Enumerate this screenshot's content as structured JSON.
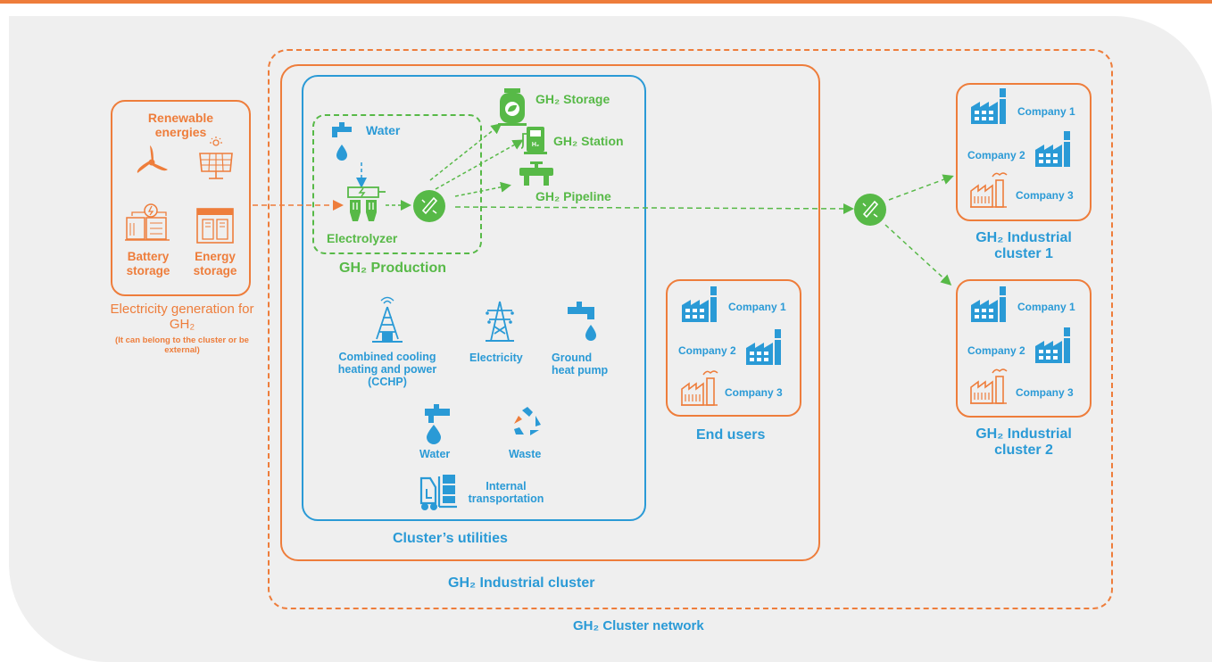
{
  "renewable": {
    "title": "Renewable energies",
    "battery": "Battery storage",
    "energy_storage": "Energy storage",
    "electricity_gen": "Electricity generation for GH₂",
    "note": "(It can belong to the cluster or be external)"
  },
  "production": {
    "water": "Water",
    "electrolyzer": "Electrolyzer",
    "label": "GH₂ Production",
    "storage": "GH₂ Storage",
    "station": "GH₂ Station",
    "pipeline": "GH₂ Pipeline",
    "h2_symbol": "H₂"
  },
  "utilities": {
    "cchp": "Combined cooling heating and power (CCHP)",
    "electricity": "Electricity",
    "ground_heat": "Ground heat pump",
    "water": "Water",
    "waste": "Waste",
    "transport": "Internal transportation",
    "label": "Cluster’s utilities"
  },
  "end_users": {
    "company1": "Company 1",
    "company2": "Company 2",
    "company3": "Company 3",
    "label": "End users"
  },
  "cluster_label": "GH₂ Industrial cluster",
  "network_label": "GH₂ Cluster network",
  "cluster1": {
    "company1": "Company 1",
    "company2": "Company 2",
    "company3": "Company 3",
    "label": "GH₂ Industrial cluster 1"
  },
  "cluster2": {
    "company1": "Company 1",
    "company2": "Company 2",
    "company3": "Company 3",
    "label": "GH₂ Industrial cluster 2"
  },
  "colors": {
    "orange": "#ee7d3b",
    "blue": "#2a9ad6",
    "green": "#57b947",
    "bg": "#efefef"
  }
}
